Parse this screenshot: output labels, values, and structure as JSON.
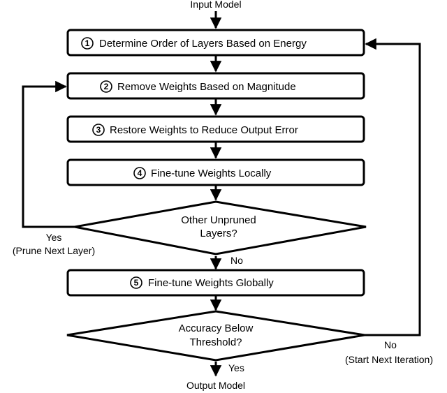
{
  "input_label": "Input Model",
  "output_label": "Output Model",
  "steps": [
    {
      "num": "1",
      "text": "Determine Order of Layers Based on Energy"
    },
    {
      "num": "2",
      "text": "Remove Weights Based on Magnitude"
    },
    {
      "num": "3",
      "text": "Restore Weights to Reduce Output Error"
    },
    {
      "num": "4",
      "text": "Fine-tune Weights Locally"
    },
    {
      "num": "5",
      "text": "Fine-tune Weights Globally"
    }
  ],
  "decision_layers": {
    "line1": "Other Unpruned",
    "line2": "Layers?"
  },
  "decision_accuracy": {
    "line1": "Accuracy Below",
    "line2": "Threshold?"
  },
  "branch_labels": {
    "layers_yes": "Yes",
    "layers_yes_note": "(Prune Next Layer)",
    "layers_no": "No",
    "accuracy_no": "No",
    "accuracy_no_note": "(Start Next Iteration)",
    "accuracy_yes": "Yes"
  }
}
